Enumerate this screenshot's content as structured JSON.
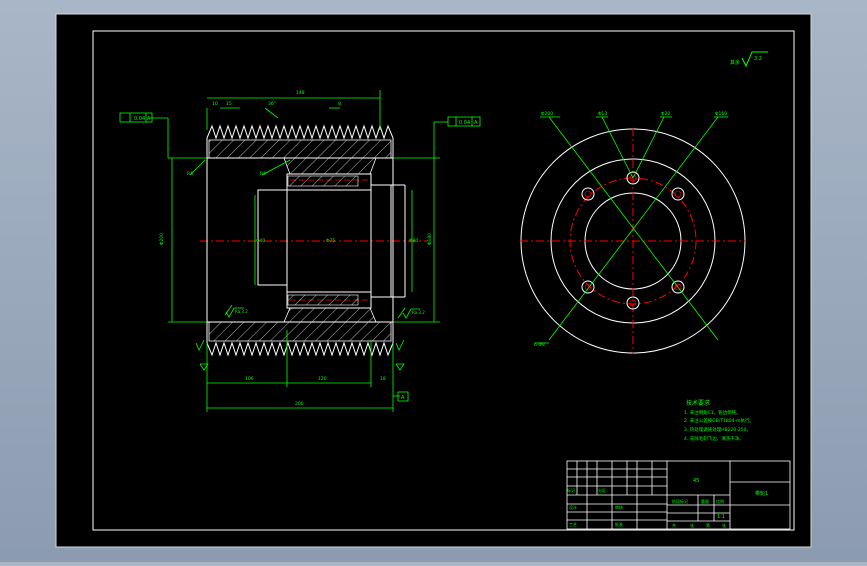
{
  "drawing": {
    "roughness": "3.2",
    "datum_ref_left": "A",
    "datum_ref_right": "A",
    "datum_tol_left": "0.04",
    "datum_tol_right": "0.04",
    "datum_label": "A",
    "tech_requirements": {
      "title": "技术要求",
      "items": [
        "1. 未注倒角C1，锐边倒钝。",
        "2. 未注公差按GB/T1804-m执行。",
        "3. 热处理调质处理HB220-250。",
        "4. 去除毛刺飞边，清洗干净。"
      ]
    },
    "title_block": {
      "part_name": "带轮",
      "drawing_no": "带轮1",
      "material": "45",
      "scale": "1:1",
      "labels": [
        "标记",
        "处数",
        "分区",
        "更改文件号",
        "签名",
        "年月日",
        "设计",
        "审核",
        "工艺",
        "批准",
        "阶段标记",
        "重量",
        "比例",
        "共",
        "张",
        "第",
        "张"
      ]
    }
  }
}
